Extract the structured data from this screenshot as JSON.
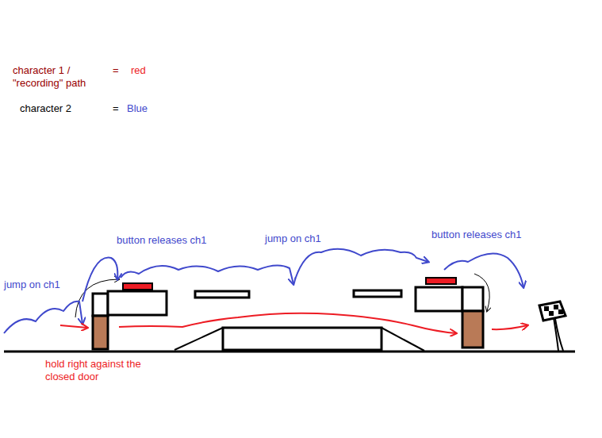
{
  "diagram": {
    "labels": [
      "character 1 / \"recording\" path",
      "=",
      "red",
      "character 2",
      "=",
      "Blue",
      "button releases ch1",
      "jump on ch1",
      "button releases ch1",
      "jump on ch1",
      "hold right against the closed door"
    ]
  }
}
